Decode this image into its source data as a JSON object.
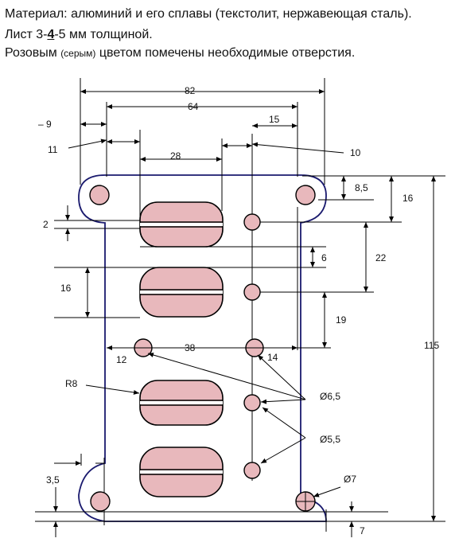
{
  "header": {
    "line1": "Материал: алюминий и его сплавы (текстолит, нержавеющая сталь).",
    "line2_pre": "Лист 3-",
    "line2_bold": "4",
    "line2_post": "-5 мм толщиной.",
    "line3_pre": "Розовым ",
    "line3_small": "(серым)",
    "line3_post": " цветом помечены необходимые отверстия."
  },
  "dims": {
    "d82": "82",
    "d64": "64",
    "d15": "15",
    "d9": "–  9",
    "d11": "11",
    "d28": "28",
    "d10": "10",
    "d8_5": "8,5",
    "d16r": "16",
    "d2": "2",
    "d6": "6",
    "d22": "22",
    "d16l": "16",
    "d19": "19",
    "d38": "38",
    "d12": "12",
    "d14": "14",
    "d115": "115",
    "r8": "R8",
    "h6_5": "Ø6,5",
    "h5_5": "Ø5,5",
    "d3_5": "3,5",
    "h7": "Ø7",
    "d7": "7"
  },
  "colors": {
    "outline": "#1a1a6e",
    "hole": "#e8b8bc",
    "line": "#000000"
  }
}
